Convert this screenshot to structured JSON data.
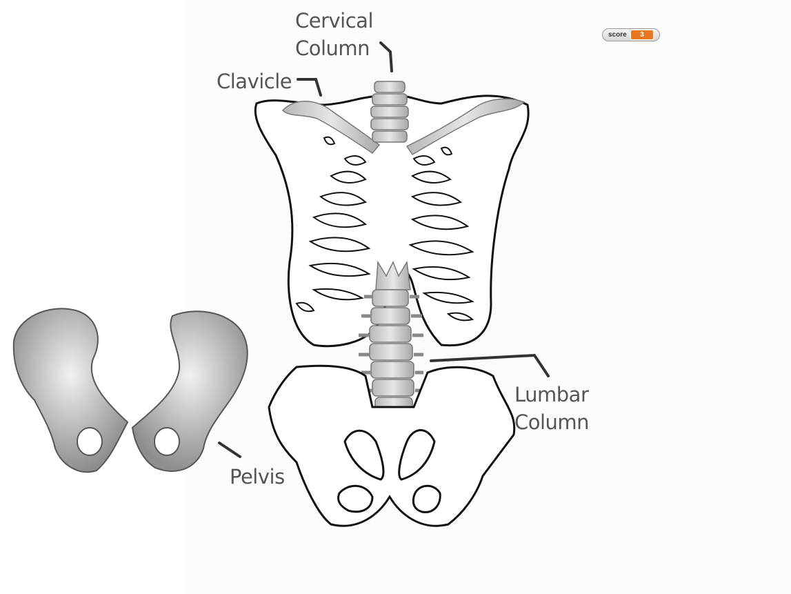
{
  "labels": {
    "cervical": "Cervical\nColumn",
    "clavicle": "Clavicle",
    "lumbar": "Lumbar\nColumn",
    "pelvis": "Pelvis"
  },
  "score": {
    "label": "score",
    "value": "3"
  },
  "colors": {
    "accent": "#e8771f",
    "outline": "#111111",
    "bone_shade": "#9a9a9a"
  }
}
